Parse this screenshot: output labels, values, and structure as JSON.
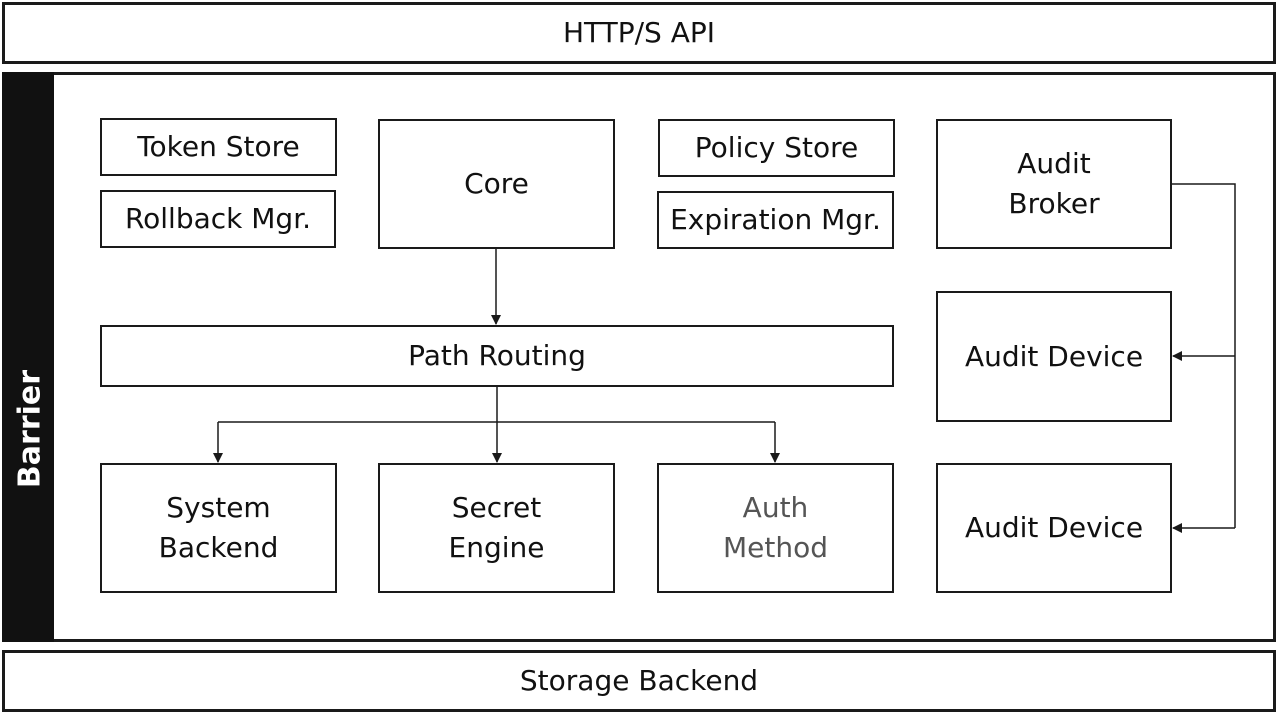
{
  "top_layer": {
    "label": "HTTP/S API"
  },
  "barrier": {
    "label": "Barrier"
  },
  "components": {
    "token_store": "Token Store",
    "rollback_mgr": "Rollback Mgr.",
    "core": "Core",
    "policy_store": "Policy Store",
    "expiration_mgr": "Expiration Mgr.",
    "audit_broker": [
      "Audit",
      "Broker"
    ],
    "path_routing": "Path Routing",
    "audit_device_1": "Audit Device",
    "audit_device_2": "Audit Device",
    "system_backend": [
      "System",
      "Backend"
    ],
    "secret_engine": [
      "Secret",
      "Engine"
    ],
    "auth_method": [
      "Auth",
      "Method"
    ]
  },
  "bottom_layer": {
    "label": "Storage Backend"
  },
  "colors": {
    "stroke": "#1a1a1a",
    "barrier": "#111111",
    "muted_text": "#555555"
  }
}
